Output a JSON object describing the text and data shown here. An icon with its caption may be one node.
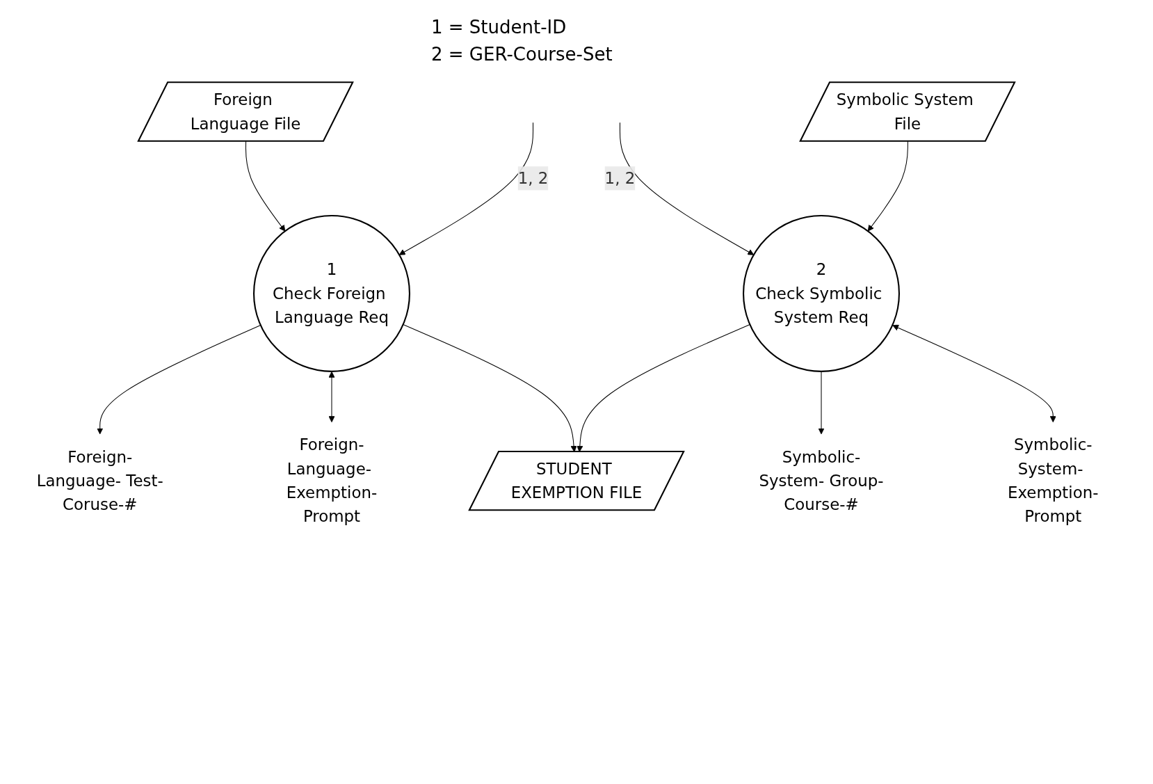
{
  "diagram": {
    "nodes": [
      {
        "text": [
          "Foreign-Language- Test-Coruse-#"
        ]
      },
      {
        "text": [
          "1",
          "Check Foreign Language Req"
        ]
      },
      {
        "text": [
          "Foreign Language File"
        ]
      },
      {
        "text": [
          "Foreign-Language- Exemption-Prompt"
        ]
      },
      {
        "text": [
          "Symbolic-System- Group-Course-#"
        ]
      },
      {
        "text": [
          "2",
          "Check Symbolic System Req"
        ]
      },
      {
        "text": [
          "Symbolic System File"
        ]
      },
      {
        "text": [
          "Symbolic-System- Exemption-Prompt"
        ]
      },
      {
        "text": [
          "STUDENT EXEMPTION FILE"
        ]
      }
    ],
    "edges": [
      {
        "from": 1,
        "to": 0,
        "arrow": "to"
      },
      {
        "from": 2,
        "to": 1,
        "arrow": "to"
      },
      {
        "from": null,
        "to": 1,
        "arrow": "to",
        "label": "1, 2"
      },
      {
        "from": 1,
        "to": 3,
        "arrow": "both"
      },
      {
        "from": 1,
        "to": 8,
        "arrow": "to"
      },
      {
        "from": 5,
        "to": 4,
        "arrow": "to"
      },
      {
        "from": null,
        "to": 5,
        "arrow": "to",
        "label": "1, 2"
      },
      {
        "from": 6,
        "to": 5,
        "arrow": "to"
      },
      {
        "from": 5,
        "to": 7,
        "arrow": "both"
      },
      {
        "from": 5,
        "to": 8,
        "arrow": "to"
      }
    ],
    "labels": [
      "1 = Student-ID",
      "2 = GER-Course-Set"
    ]
  }
}
